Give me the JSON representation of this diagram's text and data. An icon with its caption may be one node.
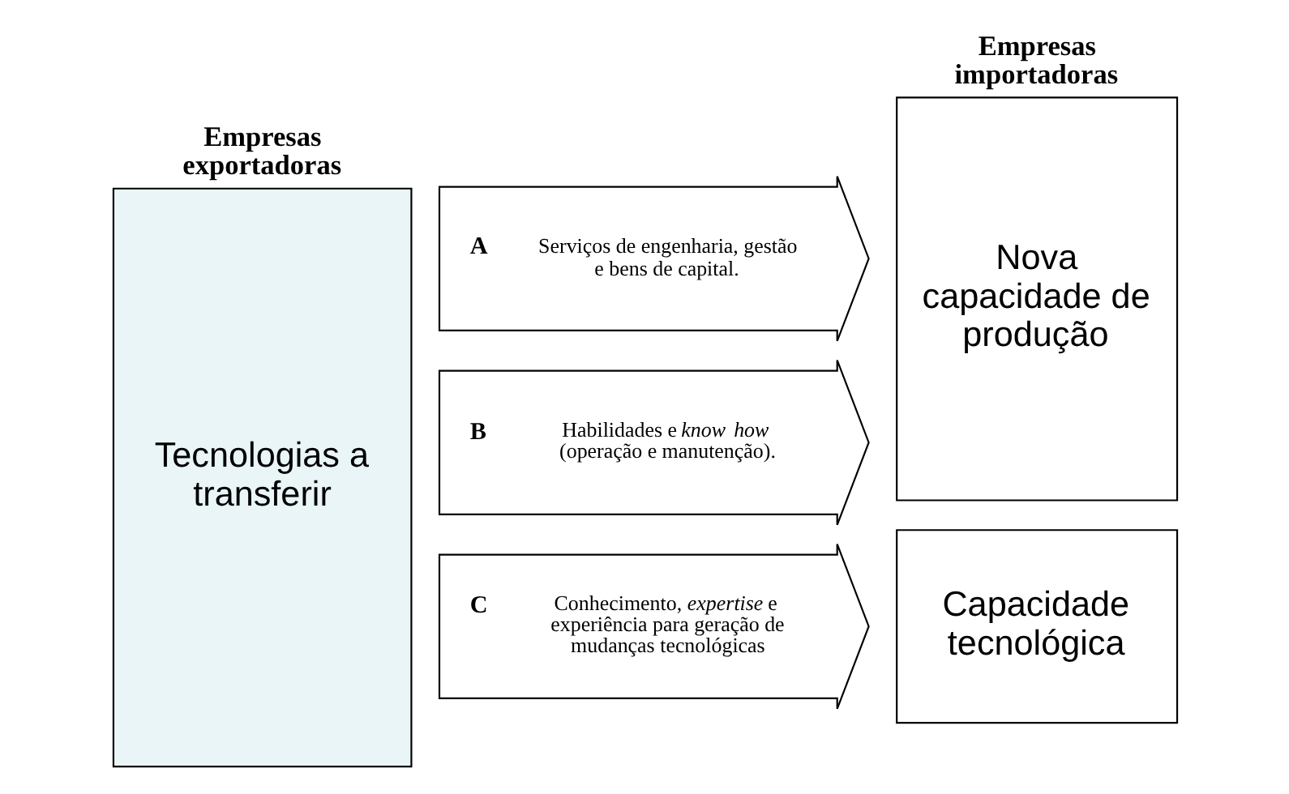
{
  "diagram": {
    "nodes": [
      {
        "text": [
          "Empresas exportadoras",
          "Tecnologias a transferir"
        ]
      },
      {
        "text": [
          "A",
          "Serviços de engenharia, gestão e bens de capital."
        ]
      },
      {
        "text": [
          "B",
          "Habilidades e *know how* (operação e manutenção)."
        ]
      },
      {
        "text": [
          "C",
          "Conhecimento, *expertise* e experiência para geração de mudanças tecnológicas"
        ]
      },
      {
        "text": [
          "Empresas importadoras",
          "Nova capacidade de produção"
        ]
      },
      {
        "text": [
          "Capacidade tecnológica"
        ]
      }
    ]
  }
}
